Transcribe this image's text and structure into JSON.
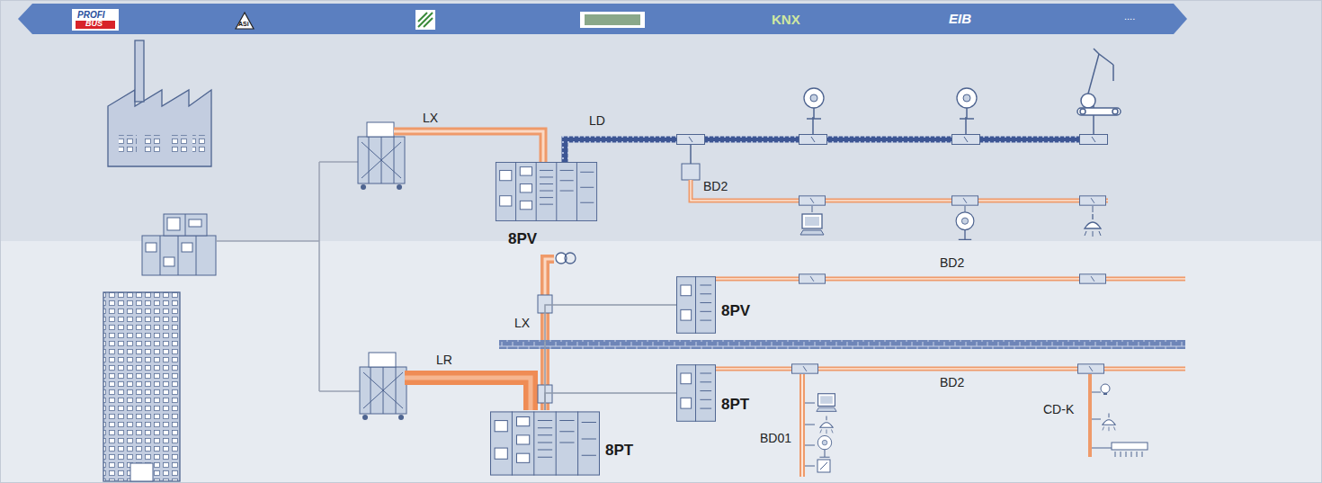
{
  "diagram": {
    "nodes": [
      {
        "text": [
          "8PV"
        ]
      },
      {
        "text": [
          "8PV"
        ]
      },
      {
        "text": [
          "8PT"
        ]
      },
      {
        "text": [
          "8PT"
        ]
      }
    ],
    "edges": [
      {
        "from": 3,
        "to": 1,
        "arrow": "none"
      },
      {
        "from": 3,
        "to": 2,
        "arrow": "none"
      }
    ],
    "labels": [
      "PROFI",
      "BUS",
      "ASi",
      "KNX",
      "EIB",
      "....",
      "LX",
      "LD",
      "BD2",
      "BD2",
      "LX",
      "LR",
      "BD2",
      "BD01",
      "CD-K"
    ]
  }
}
